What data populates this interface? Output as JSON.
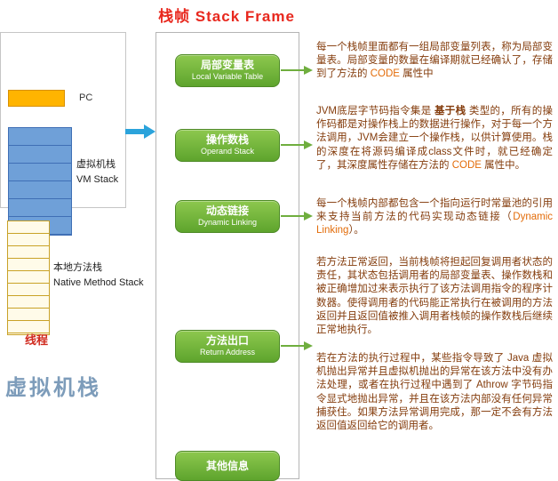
{
  "title": "栈帧  Stack Frame",
  "left": {
    "pc_label": "PC",
    "vm_stack_label_cn": "虚拟机栈",
    "vm_stack_label_en": "VM Stack",
    "native_label_cn": "本地方法栈",
    "native_label_en": "Native Method Stack",
    "thread_label": "线程",
    "big_label": "虚拟机栈"
  },
  "frame": {
    "items": [
      {
        "cn": "局部变量表",
        "en": "Local Variable Table"
      },
      {
        "cn": "操作数栈",
        "en": "Operand Stack"
      },
      {
        "cn": "动态链接",
        "en": "Dynamic Linking"
      },
      {
        "cn": "方法出口",
        "en": "Return Address"
      },
      {
        "cn": "其他信息",
        "en": ""
      }
    ]
  },
  "notes": [
    {
      "segments": [
        {
          "text": "每一个栈帧里面都有一组局部变量列表，称为局部变量表。局部变量的数量在编译期就已经确认了，存储到了方法的 "
        },
        {
          "text": "CODE",
          "style": "accent"
        },
        {
          "text": " 属性中"
        }
      ]
    },
    {
      "segments": [
        {
          "text": "JVM底层字节码指令集是 "
        },
        {
          "text": "基于栈",
          "style": "bold"
        },
        {
          "text": " 类型的，所有的操作码都是对操作栈上的数据进行操作，对于每一个方法调用，JVM会建立一个操作栈，以供计算使用。栈的深度在将源码编译成class文件时，就已经确定了，其深度属性存储在方法的 "
        },
        {
          "text": "CODE",
          "style": "accent"
        },
        {
          "text": " 属性中。"
        }
      ]
    },
    {
      "segments": [
        {
          "text": "每一个栈帧内部都包含一个指向运行时常量池的引用来支持当前方法的代码实现动态链接（"
        },
        {
          "text": "Dynamic Linking",
          "style": "accent"
        },
        {
          "text": "）。"
        }
      ]
    },
    {
      "segments": [
        {
          "text": "若方法正常返回，当前栈帧将担起回复调用者状态的责任，其状态包括调用者的局部变量表、操作数栈和被正确增加过来表示执行了该方法调用指令的程序计数器。使得调用者的代码能正常执行在被调用的方法返回并且返回值被推入调用者栈帧的操作数栈后继续正常地执行。"
        }
      ]
    },
    {
      "segments": [
        {
          "text": "若在方法的执行过程中，某些指令导致了 Java 虚拟机抛出异常并且虚拟机抛出的异常在该方法中没有办法处理，或者在执行过程中遇到了 Athrow 字节码指令显式地抛出异常，并且在该方法内部没有任何异常捕获住。如果方法异常调用完成，那一定不会有方法返回值返回给它的调用者。"
        }
      ]
    }
  ],
  "colors": {
    "title_red": "#e8281e",
    "button_green": "#6fae3e",
    "accent_orange": "#e36c09",
    "body_text_brown": "#843c0c",
    "vm_stack_blue": "#6fa0d8",
    "pc_orange": "#ffb400",
    "arrow_blue": "#2ba3db"
  }
}
